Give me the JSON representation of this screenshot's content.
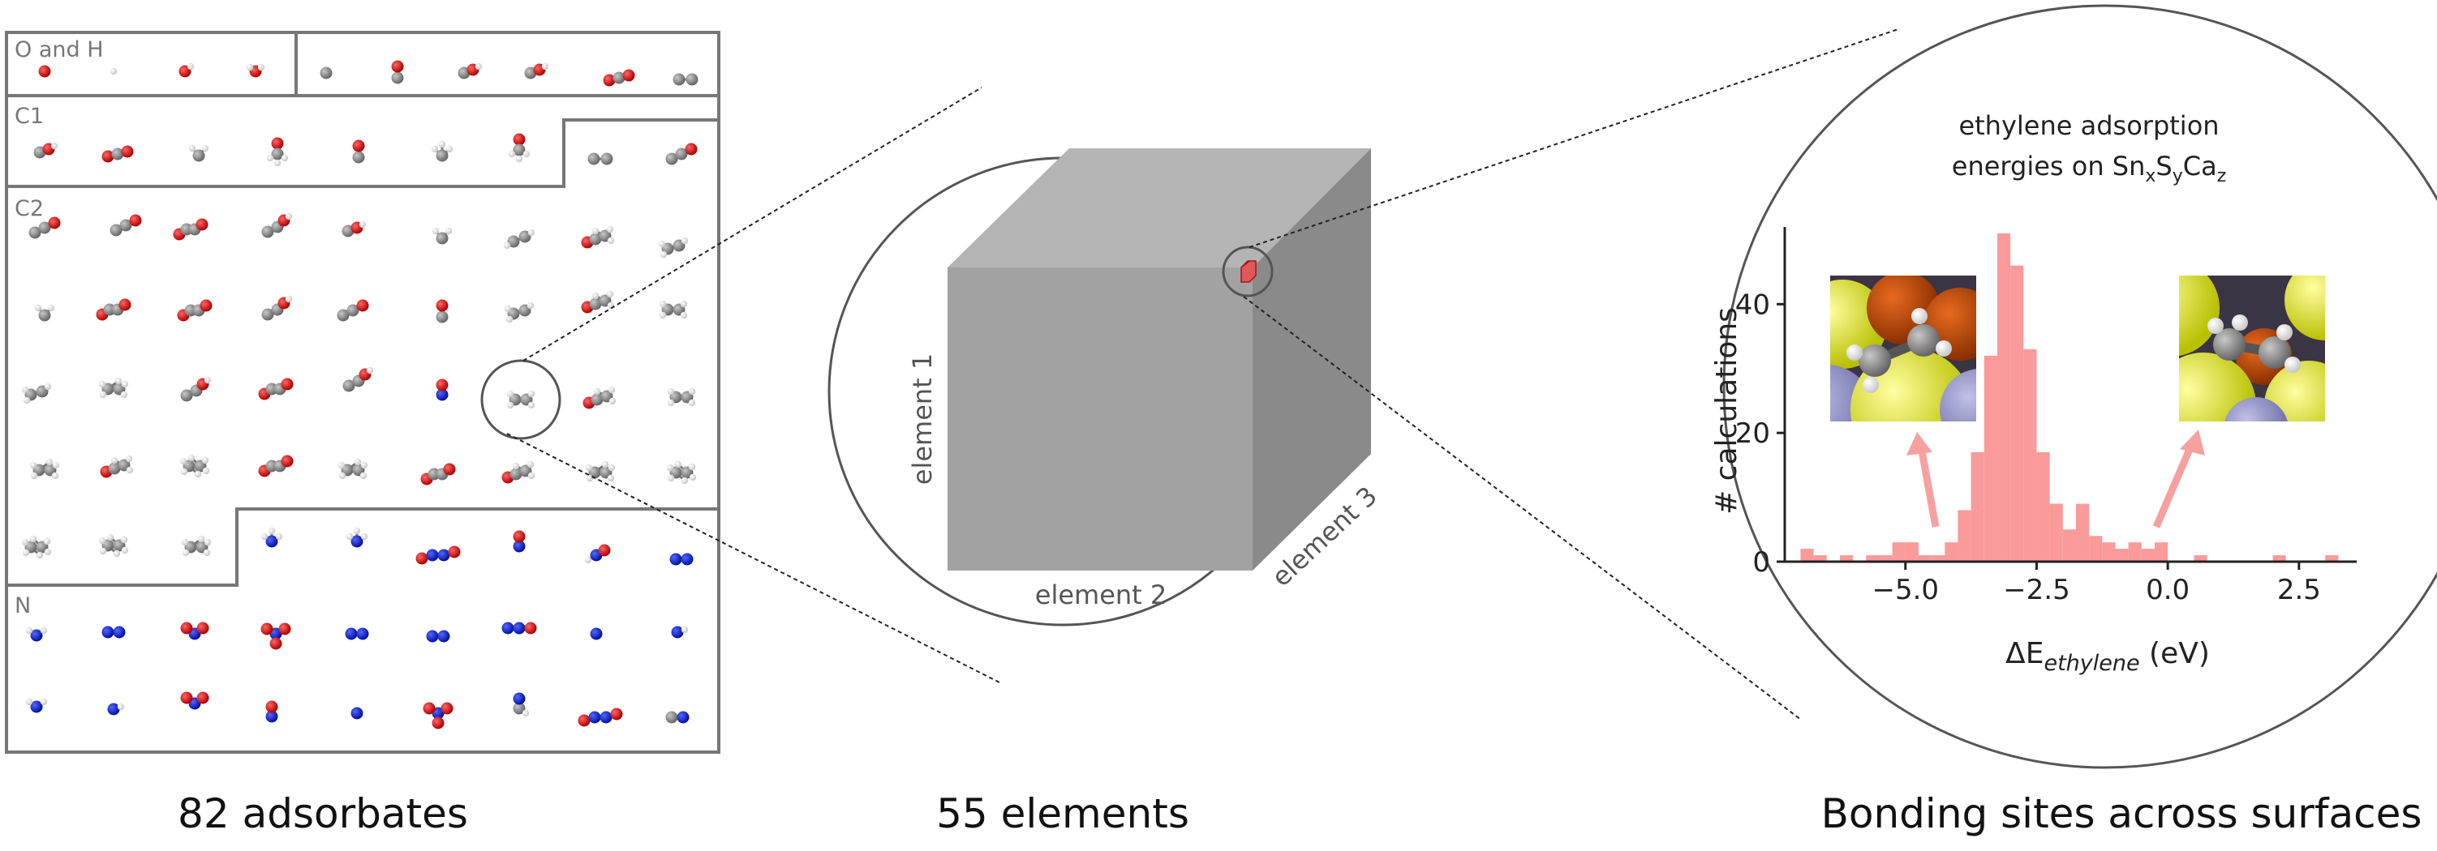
{
  "panel1": {
    "caption": "82 adsorbates",
    "sections": {
      "oh": "O and H",
      "c1": "C1",
      "c2": "C2",
      "n": "N"
    }
  },
  "panel2": {
    "caption": "55 elements",
    "axes": {
      "element1": "element 1",
      "element2": "element 2",
      "element3": "element 3"
    }
  },
  "panel3": {
    "caption": "Bonding sites across surfaces",
    "title_line1": "ethylene adsorption",
    "title_line2_prefix": "energies on ",
    "formula": [
      {
        "text": "Sn",
        "sub": "x"
      },
      {
        "text": "S",
        "sub": "y"
      },
      {
        "text": "Ca",
        "sub": "z"
      }
    ],
    "ylabel": "# calculations",
    "xlabel_main": "ΔE",
    "xlabel_sub": "ethylene",
    "xlabel_unit": " (eV)"
  },
  "colors": {
    "carbon": "#808080",
    "oxygen": "#dd0000",
    "hydrogen": "#f0f0f0",
    "nitrogen": "#1020c8",
    "histogram": "#fa9a9a",
    "frame": "#777777",
    "sulfur": "#e8f000",
    "tin": "#a0a0cc",
    "calcium": "#c04a00"
  },
  "chart_data": {
    "type": "bar",
    "title": "ethylene adsorption energies on SnxSyCaz",
    "xlabel": "ΔEethylene (eV)",
    "ylabel": "# calculations",
    "xlim": [
      -7.3,
      3.6
    ],
    "ylim": [
      0,
      52
    ],
    "xticks": [
      -5.0,
      -2.5,
      0.0,
      2.5
    ],
    "xtick_labels": [
      "−5.0",
      "−2.5",
      "0.0",
      "2.5"
    ],
    "yticks": [
      0,
      20,
      40
    ],
    "ytick_labels": [
      "0",
      "20",
      "40"
    ],
    "bin_width": 0.25,
    "bins": [
      {
        "x0": -7.0,
        "count": 2
      },
      {
        "x0": -6.75,
        "count": 1
      },
      {
        "x0": -6.25,
        "count": 1
      },
      {
        "x0": -5.75,
        "count": 1
      },
      {
        "x0": -5.5,
        "count": 1
      },
      {
        "x0": -5.25,
        "count": 3
      },
      {
        "x0": -5.0,
        "count": 3
      },
      {
        "x0": -4.75,
        "count": 1
      },
      {
        "x0": -4.5,
        "count": 1
      },
      {
        "x0": -4.25,
        "count": 3
      },
      {
        "x0": -4.0,
        "count": 8
      },
      {
        "x0": -3.75,
        "count": 17
      },
      {
        "x0": -3.5,
        "count": 32
      },
      {
        "x0": -3.25,
        "count": 51
      },
      {
        "x0": -3.0,
        "count": 46
      },
      {
        "x0": -2.75,
        "count": 33
      },
      {
        "x0": -2.5,
        "count": 17
      },
      {
        "x0": -2.25,
        "count": 9
      },
      {
        "x0": -2.0,
        "count": 5
      },
      {
        "x0": -1.75,
        "count": 9
      },
      {
        "x0": -1.5,
        "count": 4
      },
      {
        "x0": -1.25,
        "count": 3
      },
      {
        "x0": -1.0,
        "count": 2
      },
      {
        "x0": -0.75,
        "count": 3
      },
      {
        "x0": -0.5,
        "count": 2
      },
      {
        "x0": -0.25,
        "count": 3
      },
      {
        "x0": 0.5,
        "count": 1
      },
      {
        "x0": 2.0,
        "count": 1
      },
      {
        "x0": 3.0,
        "count": 1
      }
    ]
  }
}
